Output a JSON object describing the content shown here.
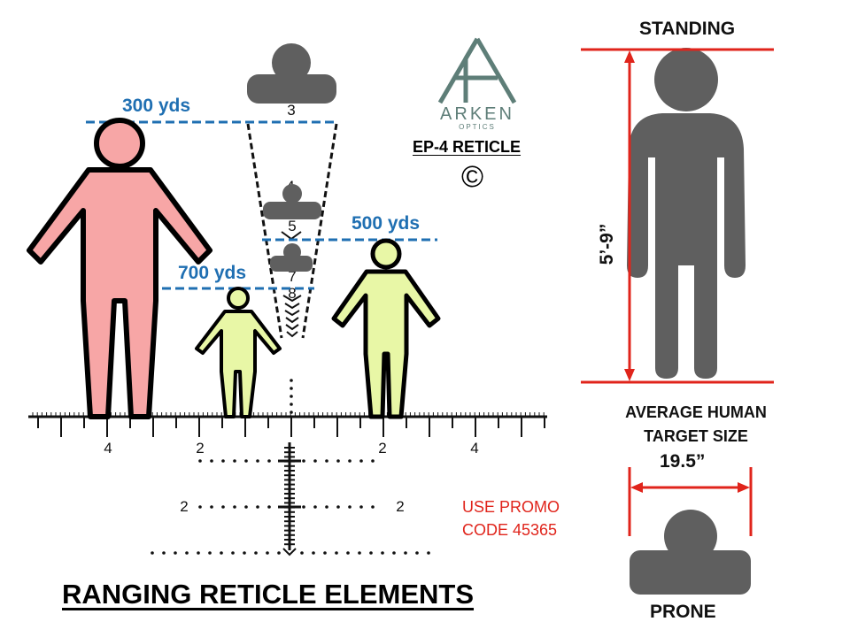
{
  "title": "RANGING RETICLE ELEMENTS",
  "brand": {
    "name": "ARKEN",
    "sub": "OPTICS",
    "reticle": "EP-4 RETICLE",
    "copyright": "©"
  },
  "range_labels": {
    "r300": "300 yds",
    "r500": "500 yds",
    "r700": "700 yds"
  },
  "reticle_marks": {
    "m3": "3",
    "m4": "4",
    "m5": "5",
    "m7": "7",
    "m8": "8"
  },
  "scale_ticks": {
    "left_outer": "4",
    "left_inner": "2",
    "right_inner": "2",
    "right_outer": "4",
    "row_left": "2",
    "row_right": "2"
  },
  "standing": {
    "label": "STANDING",
    "height": "5’-9”"
  },
  "avg": {
    "line1": "AVERAGE HUMAN",
    "line2": "TARGET SIZE"
  },
  "prone": {
    "label": "PRONE",
    "width": "19.5”"
  },
  "promo": {
    "line1": "USE PROMO",
    "line2": "CODE 45365"
  },
  "colors": {
    "near_figure": "#f7a6a6",
    "far_figure": "#e8f7a6",
    "silhouette": "#5f5f5f",
    "range_blue": "#1f6fb2",
    "red": "#e0241b",
    "logo": "#5e7e78"
  }
}
